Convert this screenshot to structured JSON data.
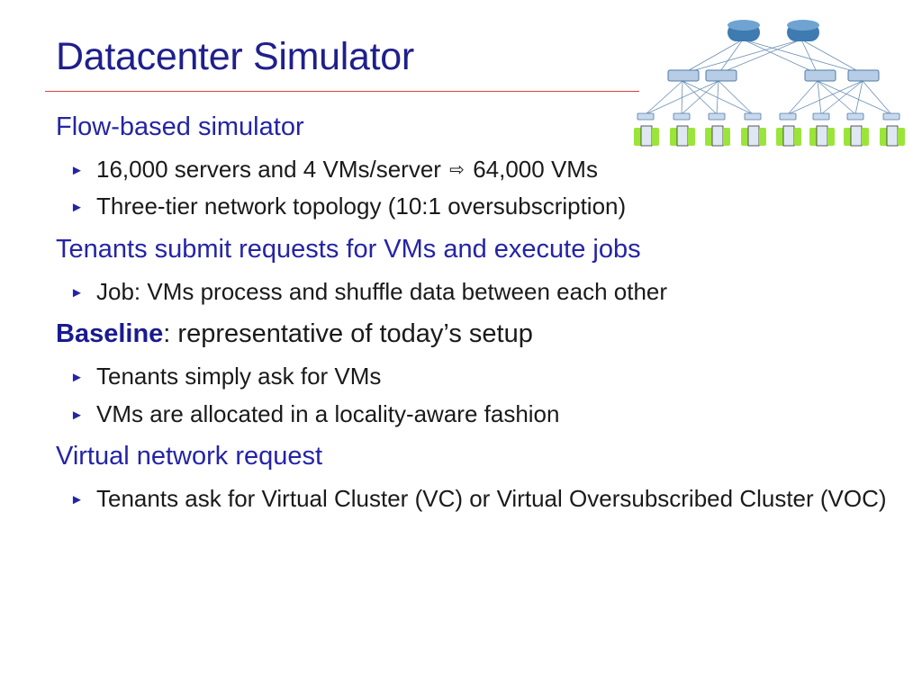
{
  "slide": {
    "title": "Datacenter Simulator"
  },
  "sections": [
    {
      "heading": "Flow-based simulator",
      "items": [
        {
          "before": "16,000 servers and 4 VMs/server",
          "arrow_icon": "hollow-right-arrow-icon",
          "after": "64,000 VMs"
        },
        {
          "text": "Three-tier network topology (10:1 oversubscription)"
        }
      ]
    },
    {
      "heading": "Tenants submit requests for VMs and execute jobs",
      "items": [
        {
          "text": "Job: VMs process and shuffle data between each other"
        }
      ]
    },
    {
      "heading_emph": "Baseline",
      "heading_rest": ": representative of today’s setup",
      "items": [
        {
          "text": "Tenants simply ask for VMs"
        },
        {
          "text": "VMs are allocated in a locality-aware fashion"
        }
      ]
    },
    {
      "heading": "Virtual network request",
      "items": [
        {
          "text": "Tenants ask for Virtual Cluster (VC) or Virtual Oversubscribed Cluster (VOC)"
        }
      ]
    }
  ],
  "colors": {
    "title": "#1f1f8c",
    "heading": "#2424a6",
    "rule": "#e04040",
    "router": "#3d7bb0",
    "switch": "#8fb3d6",
    "vm_green": "#9be53a"
  },
  "icons": {
    "bullet": "triangle-right-bullet-icon",
    "topology": "three-tier-network-topology-icon"
  }
}
